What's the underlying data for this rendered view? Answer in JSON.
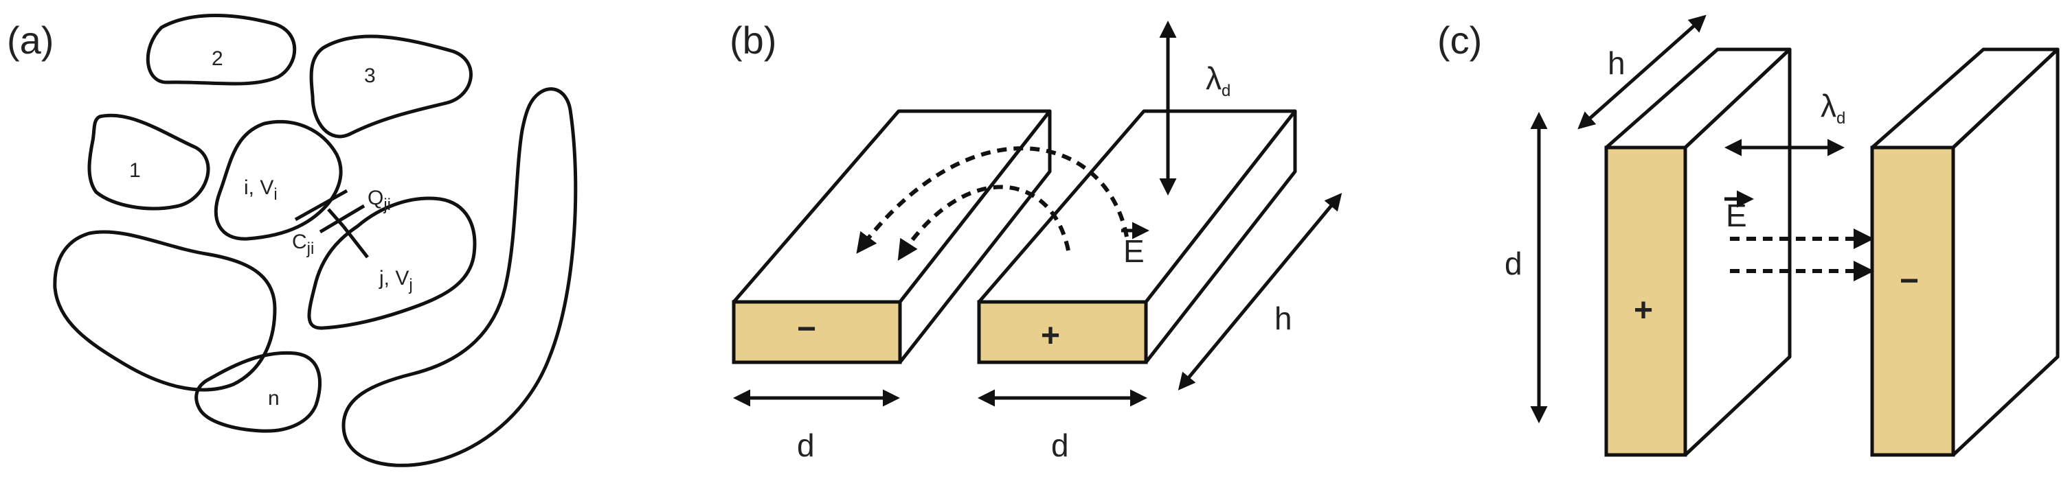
{
  "panel_a": {
    "label": "(a)",
    "regions": {
      "r1": "1",
      "r2": "2",
      "r3": "3",
      "ri": "i, V",
      "ri_sub": "i",
      "rj": "j, V",
      "rj_sub": "j",
      "rn": "n"
    },
    "charge_label": "Q",
    "charge_sub": "ji",
    "cap_label": "C",
    "cap_sub": "ji"
  },
  "panel_b": {
    "label": "(b)",
    "lambda": "λ",
    "lambda_sub": "d",
    "field": "E",
    "h": "h",
    "d_left": "d",
    "d_right": "d",
    "minus": "−",
    "plus": "+"
  },
  "panel_c": {
    "label": "(c)",
    "h": "h",
    "lambda": "λ",
    "lambda_sub": "d",
    "field": "E",
    "d": "d",
    "plus": "+",
    "minus": "−"
  },
  "colors": {
    "electrode_fill": "#e8cf8d",
    "stroke": "#111111",
    "background": "#ffffff"
  }
}
